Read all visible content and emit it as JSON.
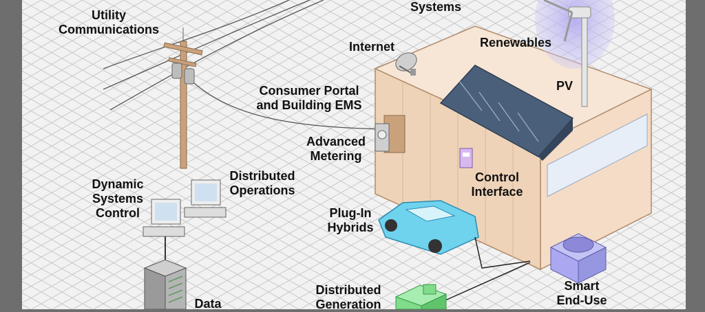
{
  "labels": {
    "utility_comms": [
      "Utility",
      "Communications"
    ],
    "systems": "Systems",
    "internet": "Internet",
    "renewables": "Renewables",
    "pv": "PV",
    "consumer_portal": [
      "Consumer Portal",
      "and Building EMS"
    ],
    "advanced_metering": [
      "Advanced",
      "Metering"
    ],
    "distributed_operations": [
      "Distributed",
      "Operations"
    ],
    "dynamic_systems": [
      "Dynamic",
      "Systems",
      "Control"
    ],
    "control_interface": [
      "Control",
      "Interface"
    ],
    "plug_in_hybrids": [
      "Plug-In",
      "Hybrids"
    ],
    "distributed_generation": [
      "Distributed",
      "Generation"
    ],
    "data": "Data",
    "smart_end_use": [
      "Smart",
      "End-Use"
    ]
  },
  "colors": {
    "frame": "#6e6e6e",
    "floor": "#f2f2f2",
    "grid": "#c9c9c9",
    "roof": "#f7e6d6",
    "wall": "#efd3b8",
    "wall_panel": "#e7c8ab",
    "solar": "#4a5f7a",
    "car": "#6fd3ee",
    "generator": "#7fdc8a",
    "smart_device": "#a9a8f0",
    "turbine_glow": "#c8c3f5",
    "pole": "#c9a27c"
  },
  "icons": [
    "wind-turbine-icon",
    "satellite-dish-icon",
    "solar-panel-icon",
    "meter-icon",
    "control-box-icon",
    "car-icon",
    "generator-icon",
    "hvac-fan-icon",
    "computer-monitor-icon",
    "server-rack-icon",
    "utility-pole-icon"
  ]
}
